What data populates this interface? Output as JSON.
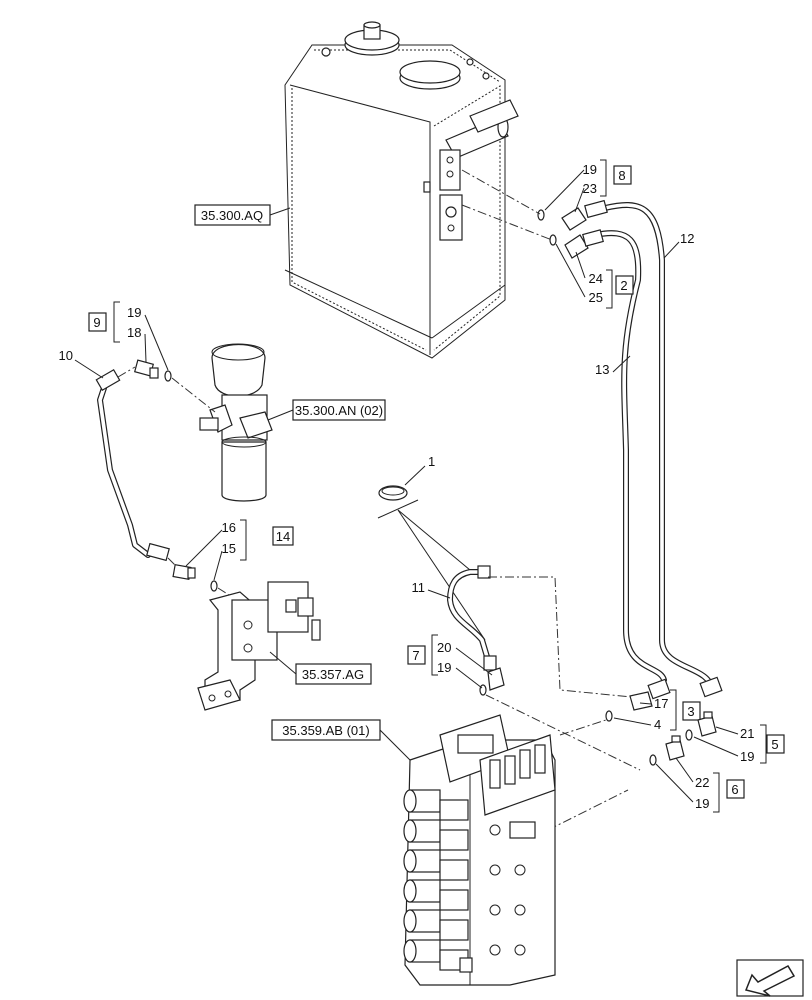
{
  "references": {
    "tank": "35.300.AQ",
    "filter": "35.300.AN (02)",
    "bracket": "35.357.AG",
    "valve": "35.359.AB (01)"
  },
  "callouts": {
    "n1": "1",
    "n2": "2",
    "n3": "3",
    "n4": "4",
    "n5": "5",
    "n6": "6",
    "n7": "7",
    "n8": "8",
    "n9": "9",
    "n10": "10",
    "n11": "11",
    "n12": "12",
    "n13": "13",
    "n14": "14",
    "n15": "15",
    "n16": "16",
    "n17": "17",
    "n18": "18",
    "n19": "19",
    "n20": "20",
    "n21": "21",
    "n22": "22",
    "n23": "23",
    "n24": "24",
    "n25": "25"
  }
}
